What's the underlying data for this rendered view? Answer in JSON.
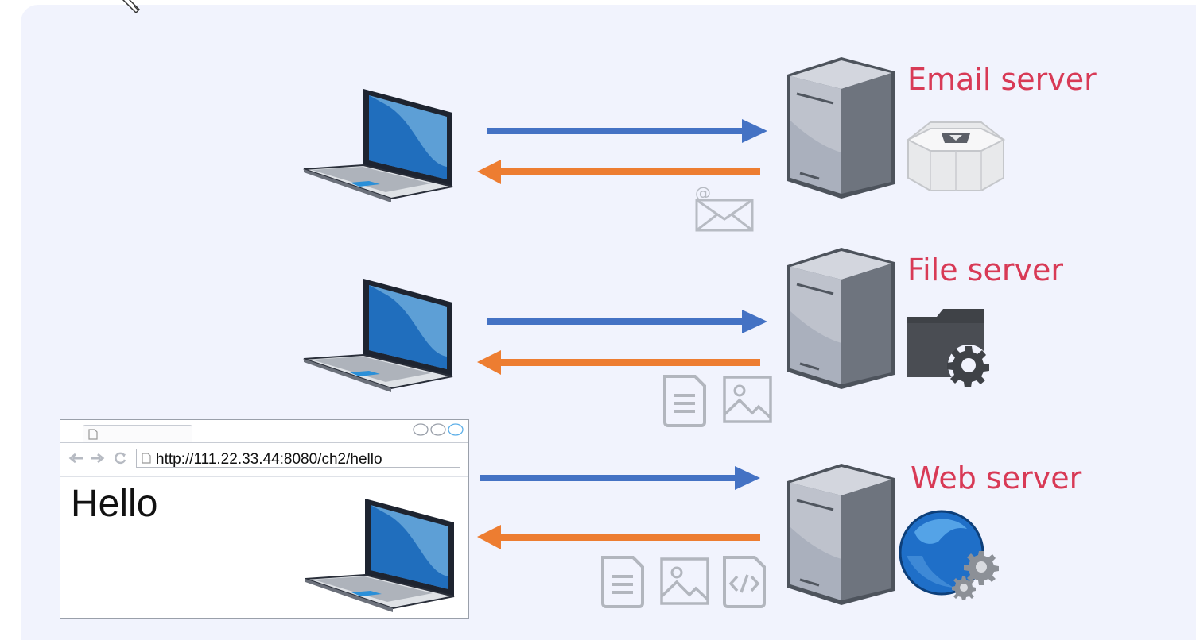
{
  "servers": [
    {
      "name": "Email server",
      "payload_icons": [
        "email-icon"
      ],
      "service_icon": "mail-archive-icon"
    },
    {
      "name": "File server",
      "payload_icons": [
        "document-icon",
        "image-icon"
      ],
      "service_icon": "folder-gear-icon"
    },
    {
      "name": "Web server",
      "payload_icons": [
        "document-icon",
        "image-icon",
        "code-icon"
      ],
      "service_icon": "globe-gears-icon"
    }
  ],
  "browser": {
    "url": "http://111.22.33.44:8080/ch2/hello",
    "page_heading": "Hello"
  },
  "colors": {
    "request_arrow": "#4472c4",
    "response_arrow": "#ed7d31",
    "server_label": "#d83a56",
    "background": "#f1f3fd"
  }
}
